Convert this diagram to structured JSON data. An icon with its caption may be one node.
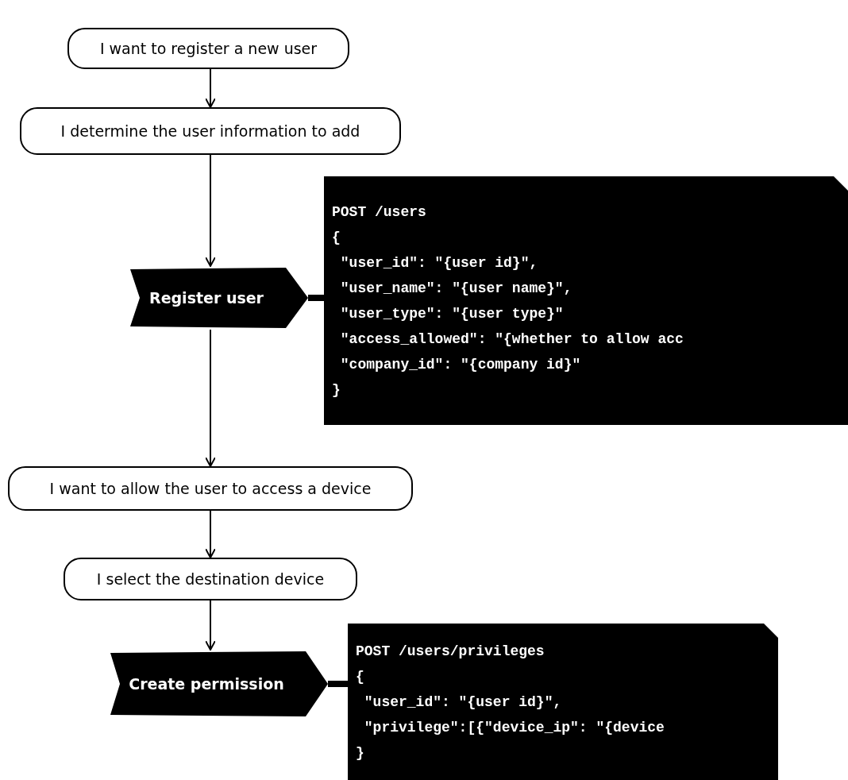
{
  "diagram": {
    "nodes": [
      {
        "text": [
          "I want to register a new user"
        ]
      },
      {
        "text": [
          "I determine the user information to add"
        ]
      },
      {
        "text": [
          "Register user"
        ]
      },
      {
        "text": [
          "POST /users",
          "{",
          " \"user_id\": \"{user id}\",",
          " \"user_name\": \"{user name}\",",
          " \"user_type\": \"{user type}\"",
          " \"access_allowed\": \"{whether to allow acc",
          " \"company_id\": \"{company id}\"",
          "}"
        ]
      },
      {
        "text": [
          "I want to allow the user to access a device"
        ]
      },
      {
        "text": [
          "I select the destination device"
        ]
      },
      {
        "text": [
          "Create permission"
        ]
      },
      {
        "text": [
          "POST /users/privileges",
          "{",
          " \"user_id\": \"{user id}\",",
          " \"privilege\":[{\"device_ip\": \"{device",
          "}"
        ]
      }
    ],
    "edges": [
      {
        "from": 0,
        "to": 1,
        "arrow": "to"
      },
      {
        "from": 1,
        "to": 2,
        "arrow": "to"
      },
      {
        "from": 2,
        "to": 3,
        "arrow": "none",
        "style": "thick"
      },
      {
        "from": 2,
        "to": 4,
        "arrow": "to"
      },
      {
        "from": 4,
        "to": 5,
        "arrow": "to"
      },
      {
        "from": 5,
        "to": 6,
        "arrow": "to"
      },
      {
        "from": 6,
        "to": 7,
        "arrow": "none",
        "style": "thick"
      }
    ]
  }
}
